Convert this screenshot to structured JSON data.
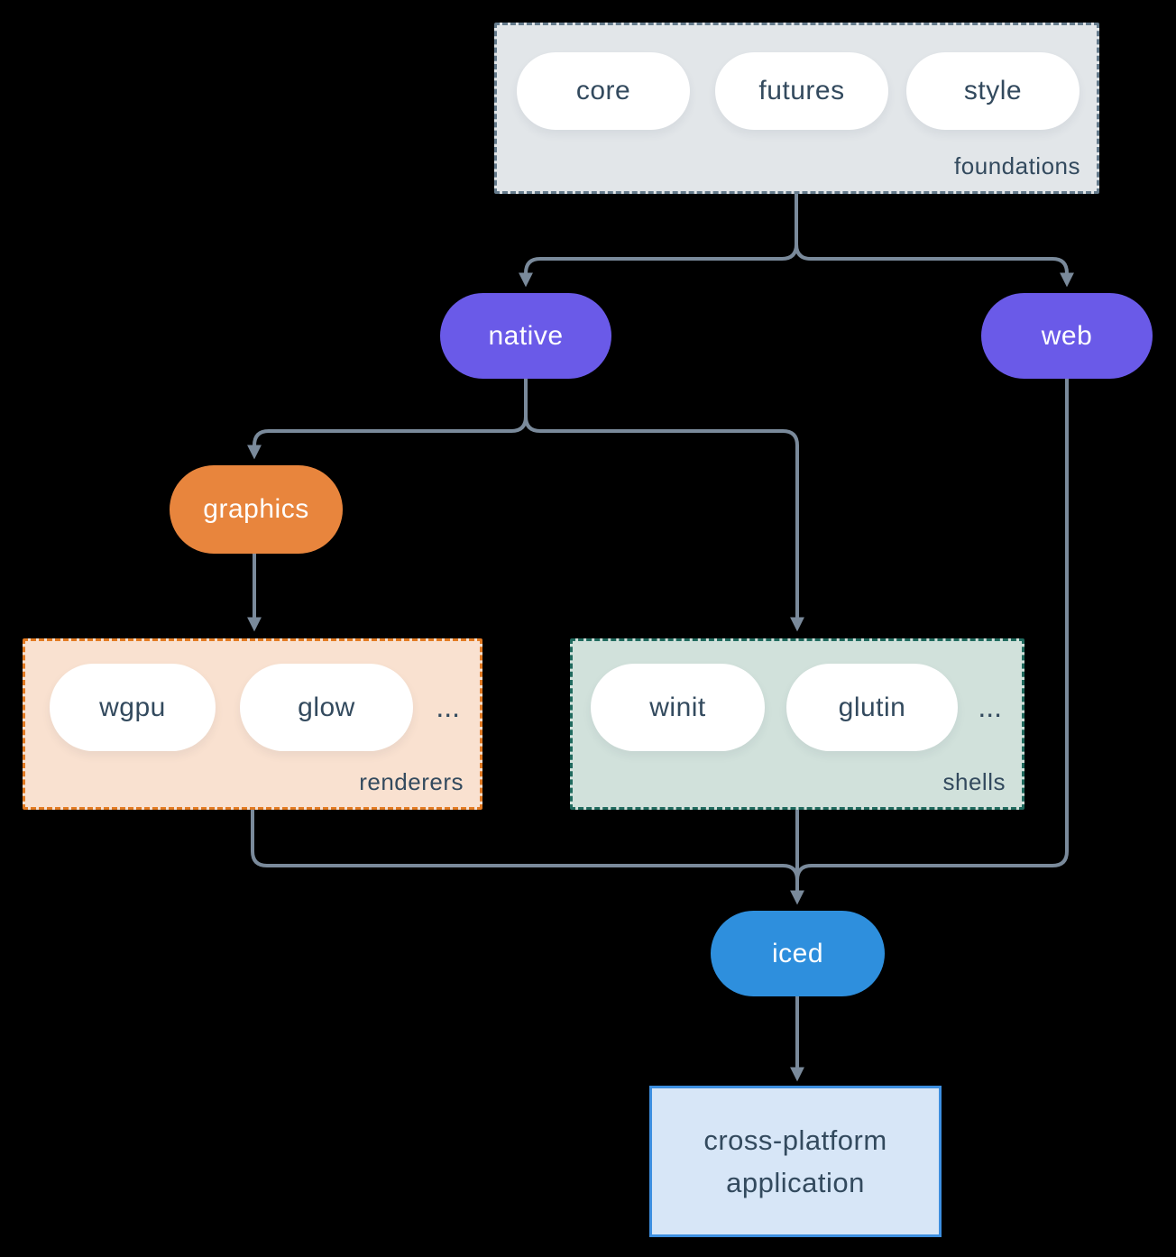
{
  "colors": {
    "background": "#000000",
    "line": "#7a8a9b",
    "node_text_dark": "#334a5e",
    "pill_white": "#ffffff",
    "purple": "#6a5ae8",
    "orange": "#e8853d",
    "blue": "#2e8fdd",
    "foundations_fill": "#e2e6e9",
    "foundations_border": "#657b8c",
    "renderers_fill": "#f9e1d0",
    "renderers_border": "#e27a22",
    "shells_fill": "#d1e1db",
    "shells_border": "#206a5e",
    "app_fill": "#d7e6f7",
    "app_border": "#3d8fe0"
  },
  "nodes": {
    "foundations": {
      "label": "foundations",
      "pills": [
        "core",
        "futures",
        "style"
      ]
    },
    "native": {
      "label": "native"
    },
    "web": {
      "label": "web"
    },
    "graphics": {
      "label": "graphics"
    },
    "renderers": {
      "label": "renderers",
      "pills": [
        "wgpu",
        "glow"
      ],
      "ellipsis": "..."
    },
    "shells": {
      "label": "shells",
      "pills": [
        "winit",
        "glutin"
      ],
      "ellipsis": "..."
    },
    "iced": {
      "label": "iced"
    },
    "application": {
      "line1": "cross-platform",
      "line2": "application"
    }
  }
}
